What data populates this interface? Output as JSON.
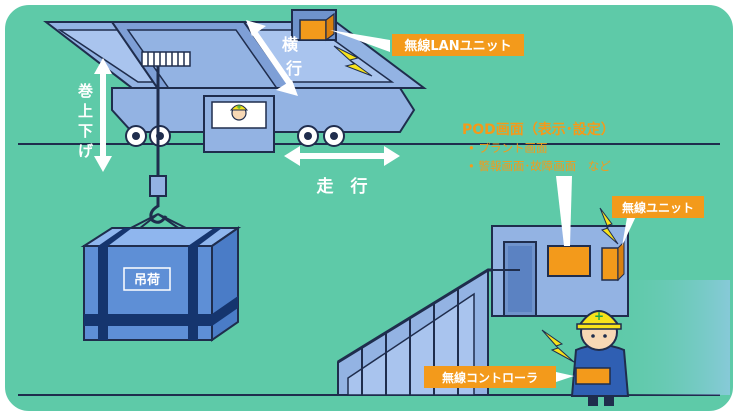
{
  "labels": {
    "wireless_lan_unit": "無線LANユニット",
    "traverse_char_1": "横",
    "traverse_char_2": "行",
    "hoist_char_1": "巻",
    "hoist_char_2": "上",
    "hoist_char_3": "下",
    "hoist_char_4": "げ",
    "travel": "走　行",
    "load": "吊荷",
    "pod_title": "POD画面（表示･設定）",
    "pod_item_1": "• プラント画面",
    "pod_item_2": "• 警報画面･故障画面　など",
    "wireless_unit": "無線ユニット",
    "wireless_controller": "無線コントローラ"
  },
  "colors": {
    "background": "#5ecaa8",
    "panel_border": "#ffffff",
    "machine_fill": "#93b3e3",
    "machine_dark": "#6f93cc",
    "outline": "#1f2d4d",
    "label_bg": "#f39a1b",
    "title_text": "#f39a1b",
    "white": "#ffffff",
    "load_fill": "#5e8fd6",
    "strap": "#15356e",
    "lightning": "#f7e21b"
  }
}
